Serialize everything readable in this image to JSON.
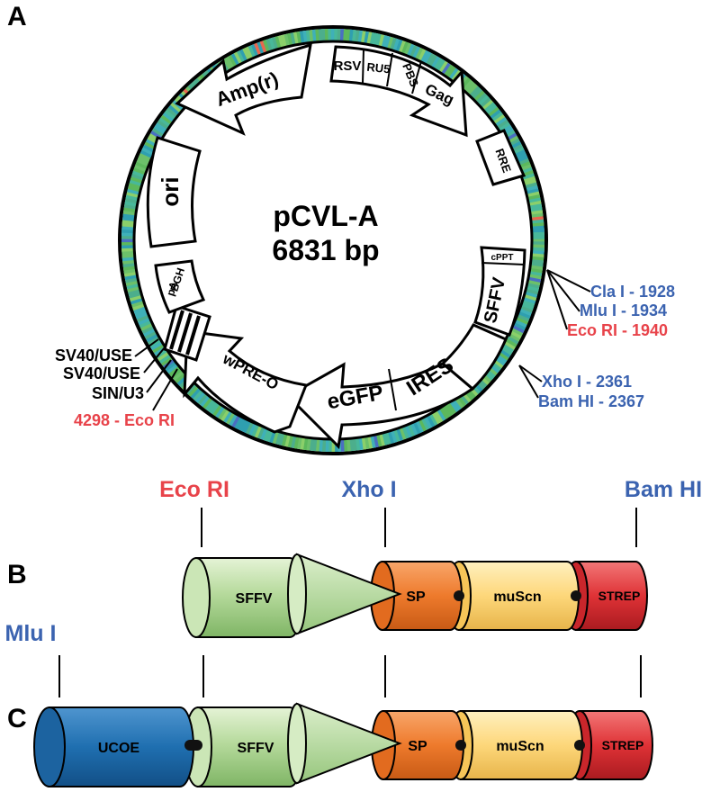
{
  "panel_labels": {
    "a": "A",
    "b": "B",
    "c": "C"
  },
  "plasmid": {
    "name": "pCVL-A",
    "size": "6831 bp"
  },
  "features": {
    "amp": "Amp(r)",
    "ori": "ori",
    "rsv": "RSV",
    "r_u5": "RU5",
    "pbs": "PBS",
    "gag": "Gag",
    "rre": "RRE",
    "cppt": "cPPT",
    "sffv": "SFFV",
    "ires": "IRES",
    "egfp": "eGFP",
    "wpre": "wPRE-O",
    "bgh": "BGH",
    "pa": "pA"
  },
  "plasmid_sites": {
    "cla": "Cla I - 1928",
    "mlu": "Mlu I - 1934",
    "eco": "Eco RI - 1940",
    "xho": "Xho I - 2361",
    "bam": "Bam HI - 2367",
    "sv40_1": "SV40/USE",
    "sv40_2": "SV40/USE",
    "sin": "SIN/U3",
    "eco2": "4298 - Eco RI"
  },
  "construct_b": {
    "sites": {
      "eco": "Eco RI",
      "xho": "Xho I",
      "bam": "Bam HI"
    },
    "parts": {
      "sffv": "SFFV",
      "sp": "SP",
      "muscn": "muScn",
      "strep": "STREP"
    }
  },
  "construct_c": {
    "sites": {
      "mlu": "Mlu I"
    },
    "parts": {
      "ucoe": "UCOE",
      "sffv": "SFFV",
      "sp": "SP",
      "muscn": "muScn",
      "strep": "STREP"
    }
  },
  "colors": {
    "red_label": "#e8434a",
    "blue_label": "#3b63b0",
    "sffv_green": "#b8dca0",
    "sp_orange": "#ee7a2c",
    "muscn_yellow": "#fdd77a",
    "strep_red": "#df3236",
    "ucoe_blue": "#1f6fb0"
  }
}
